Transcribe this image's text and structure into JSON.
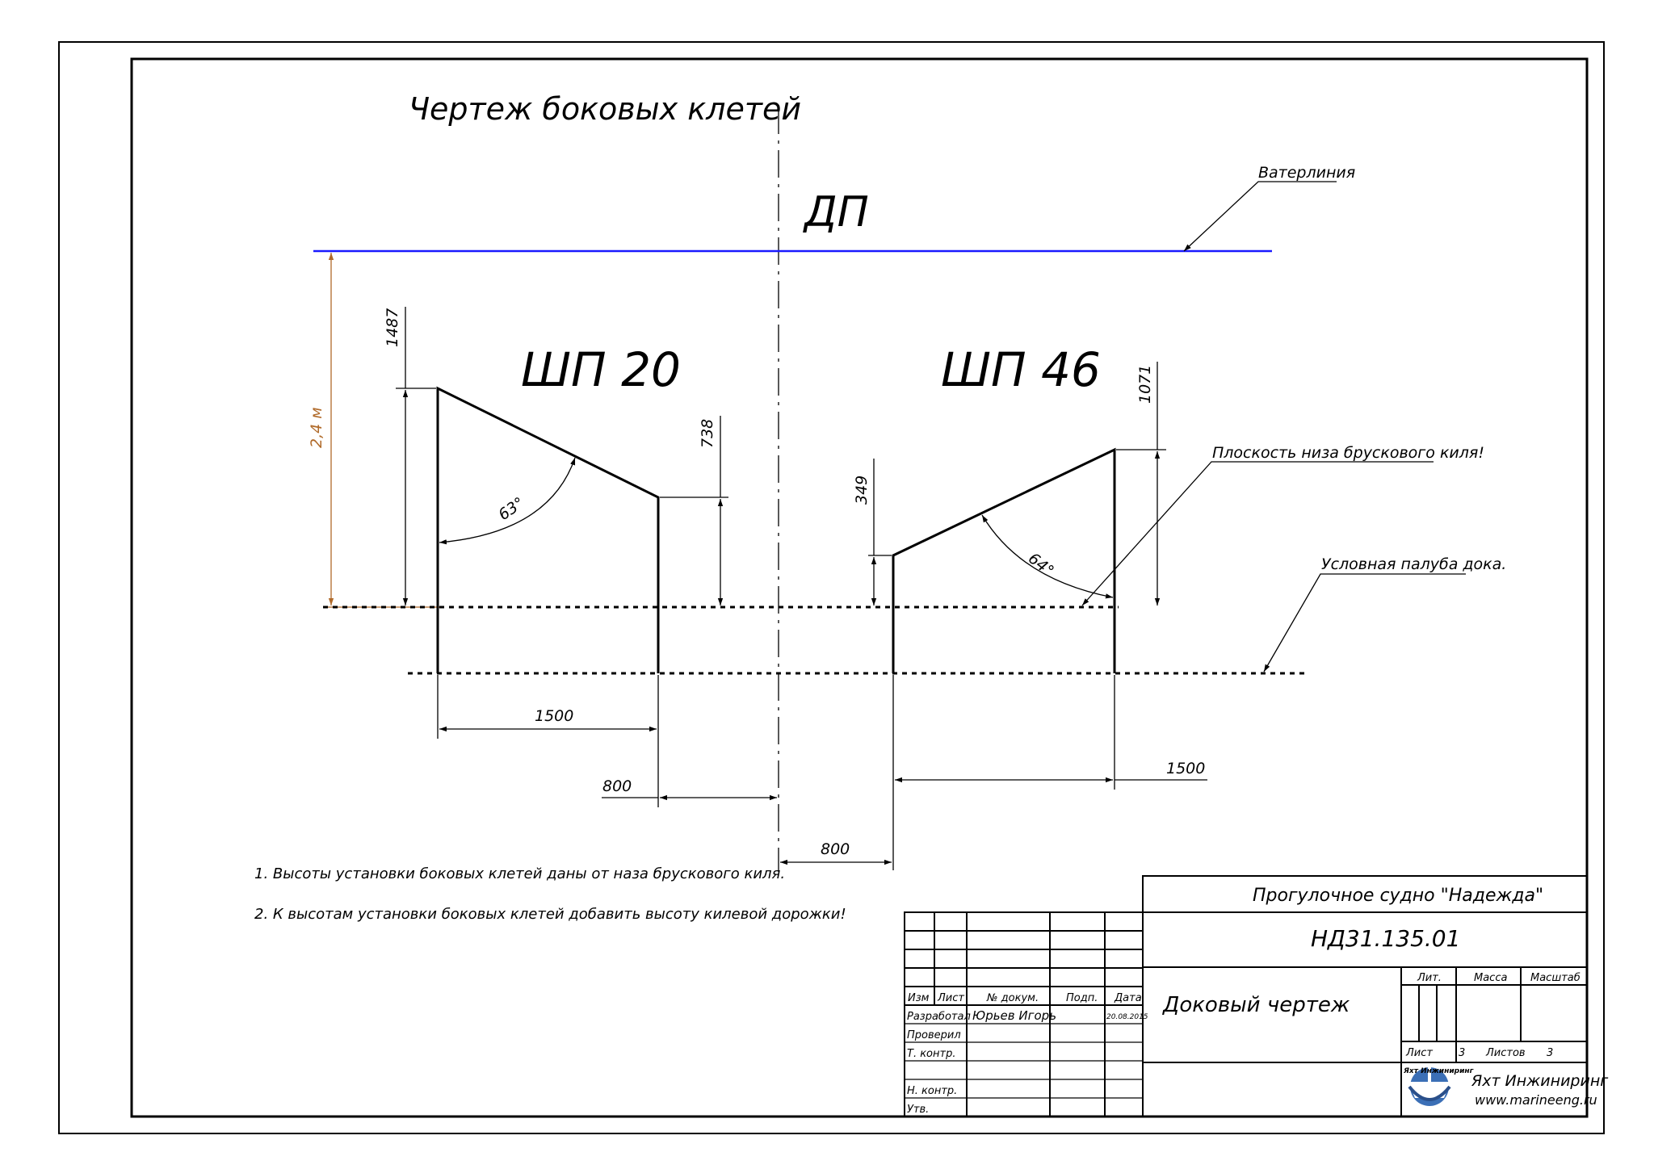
{
  "drawing": {
    "title": "Чертеж боковых клетей",
    "centerline_label": "ДП",
    "section_left": "ШП 20",
    "section_right": "ШП 46",
    "callouts": {
      "waterline": "Ватерлиния",
      "keel_plane": "Плоскость низа брускового киля!",
      "dock_deck": "Условная палуба дока."
    },
    "dimensions": {
      "height_total": "2,4 м",
      "left_high": "1487",
      "left_low": "738",
      "left_angle": "63°",
      "left_width": "1500",
      "left_offset": "800",
      "right_low": "349",
      "right_high": "1071",
      "right_angle": "64°",
      "right_width": "1500",
      "right_offset": "800"
    },
    "notes": [
      "1. Высоты установки боковых клетей даны от наза брускового киля.",
      "2. К высотам установки боковых клетей добавить высоту килевой дорожки!"
    ],
    "colors": {
      "waterline": "#1a1aff",
      "dimension_accent": "#b06a2a",
      "ink": "#000000"
    }
  },
  "title_block": {
    "project": "Прогулочное судно \"Надежда\"",
    "doc_number": "НД31.135.01",
    "doc_title": "Доковый чертеж",
    "col_headers": [
      "Изм",
      "Лист",
      "№ докум.",
      "Подп.",
      "Дата"
    ],
    "roles": [
      {
        "role": "Разработал",
        "name": "Юрьев Игорь",
        "date": "20.08.2015"
      },
      {
        "role": "Проверил",
        "name": "",
        "date": ""
      },
      {
        "role": "Т. контр.",
        "name": "",
        "date": ""
      },
      {
        "role": "",
        "name": "",
        "date": ""
      },
      {
        "role": "Н. контр.",
        "name": "",
        "date": ""
      },
      {
        "role": "Утв.",
        "name": "",
        "date": ""
      }
    ],
    "lit_label": "Лит.",
    "mass_label": "Масса",
    "scale_label": "Масштаб",
    "sheet_label": "Лист",
    "sheet_value": "3",
    "sheets_label": "Листов",
    "sheets_value": "3",
    "company": "Яхт Инжиниринг",
    "company_site": "www.marineeng.ru",
    "logo_text": "Яхт Инжиниринг",
    "logo_icon": "ship-gear-logo-icon"
  }
}
